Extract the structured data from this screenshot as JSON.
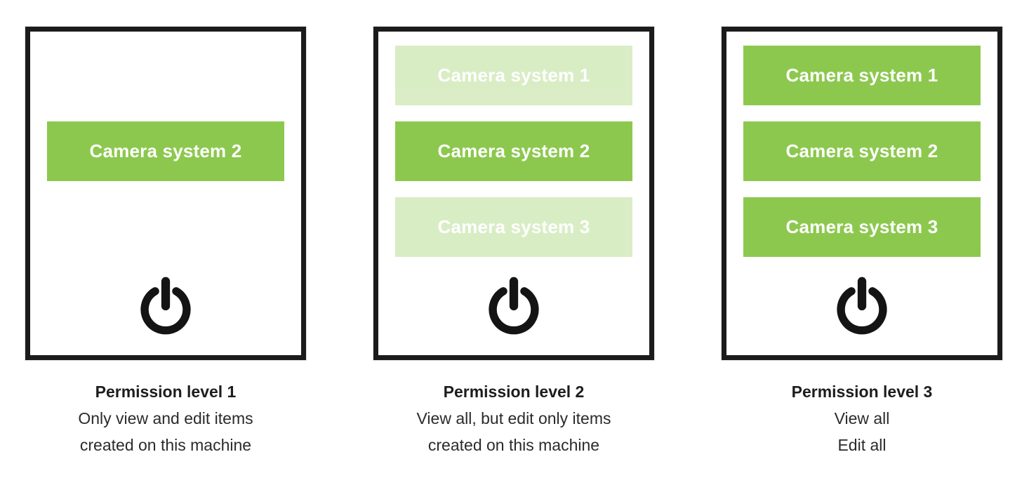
{
  "colors": {
    "accent_green": "#8cc84e",
    "accent_green_faded": "#dceec6",
    "panel_border": "#1b1b1b",
    "icon_black": "#141414",
    "text": "#2b2b2b"
  },
  "icons": {
    "power": "power-icon"
  },
  "panels": [
    {
      "caption_title": "Permission level 1",
      "caption_lines": [
        "Only view and edit items",
        "created on this machine"
      ],
      "buttons": [
        {
          "label": "",
          "state": "empty"
        },
        {
          "label": "Camera system 2",
          "state": "full"
        },
        {
          "label": "",
          "state": "empty"
        }
      ]
    },
    {
      "caption_title": "Permission level 2",
      "caption_lines": [
        "View all, but edit only items",
        "created on this machine"
      ],
      "buttons": [
        {
          "label": "Camera system 1",
          "state": "faded"
        },
        {
          "label": "Camera system 2",
          "state": "full"
        },
        {
          "label": "Camera system 3",
          "state": "faded"
        }
      ]
    },
    {
      "caption_title": "Permission level 3",
      "caption_lines": [
        "View all",
        "Edit all"
      ],
      "buttons": [
        {
          "label": "Camera system 1",
          "state": "full"
        },
        {
          "label": "Camera system 2",
          "state": "full"
        },
        {
          "label": "Camera system 3",
          "state": "full"
        }
      ]
    }
  ]
}
